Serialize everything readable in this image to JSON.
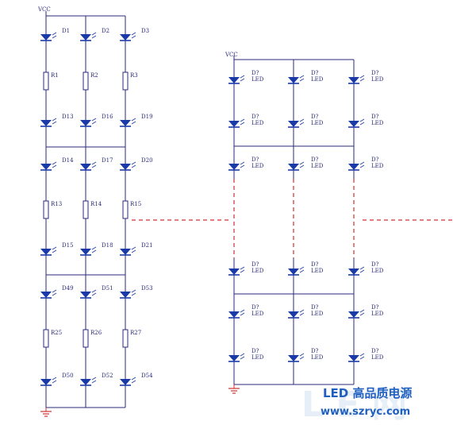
{
  "left_circuit": {
    "supply_label": "VCC",
    "columns": [
      {
        "diodes": [
          "D1",
          "D13",
          "D14",
          "D15",
          "D49",
          "D50"
        ],
        "resistors": [
          "R1",
          "R13",
          "R25"
        ]
      },
      {
        "diodes": [
          "D2",
          "D16",
          "D17",
          "D18",
          "D51",
          "D52"
        ],
        "resistors": [
          "R2",
          "R14",
          "R26"
        ]
      },
      {
        "diodes": [
          "D3",
          "D19",
          "D20",
          "D21",
          "D53",
          "D54"
        ],
        "resistors": [
          "R3",
          "R15",
          "R27"
        ]
      }
    ]
  },
  "right_circuit": {
    "supply_label": "VCC",
    "diode_designator": "D?",
    "diode_comment": "LED"
  },
  "watermark": {
    "title": "LED 高品质电源",
    "url": "www.szryc.com",
    "colors": {
      "text": "#1f5fbf",
      "logo": "#dce6f2"
    }
  },
  "colors": {
    "wire": "#2a2a7a",
    "dashed": "#d03030",
    "diode": "#1a3aa8"
  }
}
